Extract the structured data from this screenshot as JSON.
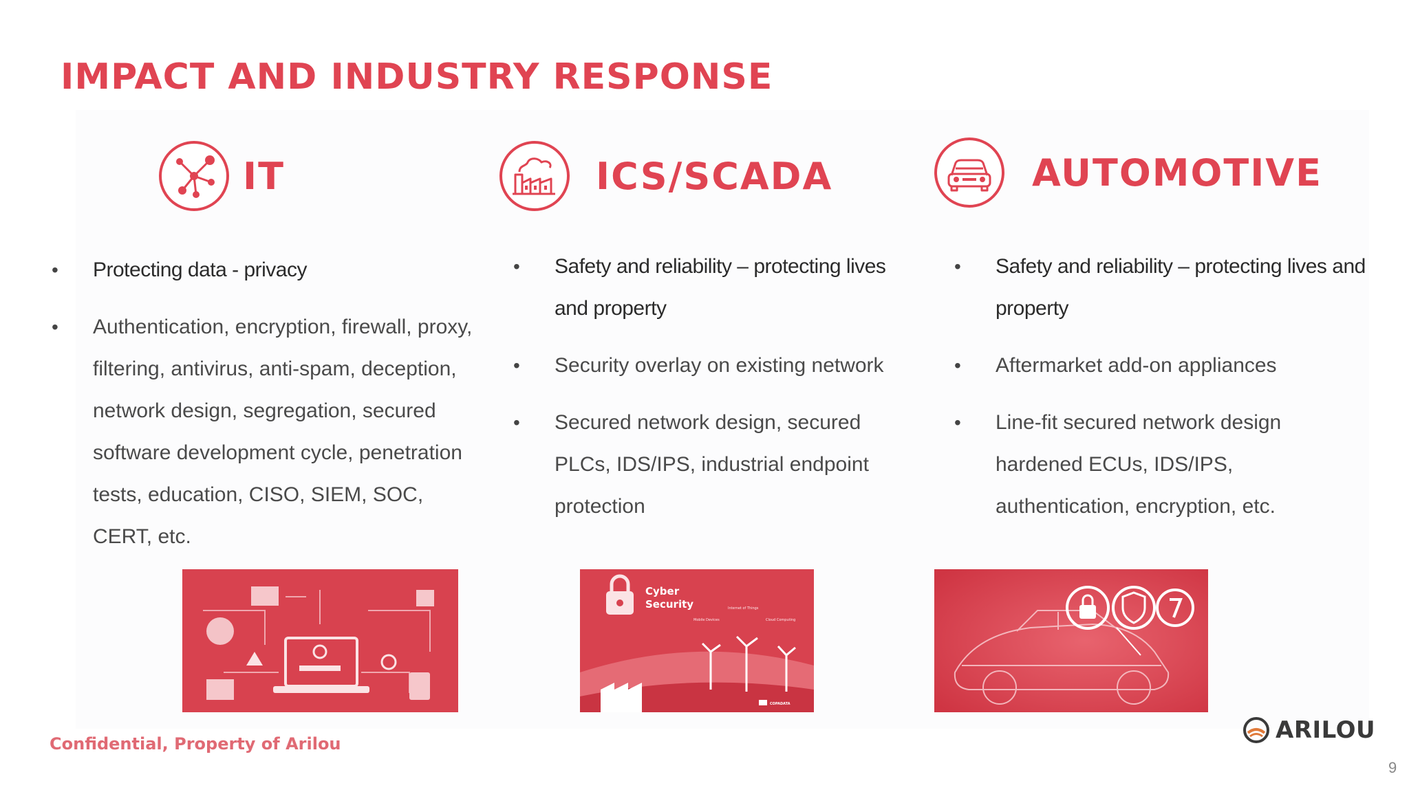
{
  "title": "IMPACT AND INDUSTRY RESPONSE",
  "columns": [
    {
      "heading": "IT",
      "icon": "network-nodes-icon",
      "bullets": [
        "Protecting data - privacy",
        "Authentication, encryption, firewall, proxy, filtering, antivirus, anti-spam, deception, network design, segregation, secured software development cycle, penetration tests, education, CISO, SIEM, SOC, CERT, etc."
      ],
      "image": "it-security-illustration"
    },
    {
      "heading": "ICS/SCADA",
      "icon": "factory-icon",
      "bullets": [
        "Safety and reliability – protecting lives and property",
        "Security overlay on existing network",
        "Secured network design, secured PLCs, IDS/IPS, industrial endpoint protection"
      ],
      "image": "cyber-security-ics-illustration",
      "image_text": {
        "title_line1": "Cyber",
        "title_line2": "Security",
        "label_mobile": "Mobile Devices",
        "label_iot": "Internet of Things",
        "label_cloud": "Cloud Computing",
        "label_brand": "COPADATA"
      }
    },
    {
      "heading": "AUTOMOTIVE",
      "icon": "car-icon",
      "bullets": [
        "Safety and reliability – protecting lives and property",
        "Aftermarket add-on appliances",
        "Line-fit secured network design hardened ECUs, IDS/IPS, authentication, encryption, etc."
      ],
      "image": "automotive-security-illustration"
    }
  ],
  "footer": {
    "confidential": "Confidential, Property of Arilou",
    "logo_text": "ARILOU",
    "page_number": "9"
  },
  "colors": {
    "accent": "#e04452",
    "image_red": "#d8424f",
    "footer_red": "#e06a74",
    "body_text": "#4a4a4a"
  }
}
